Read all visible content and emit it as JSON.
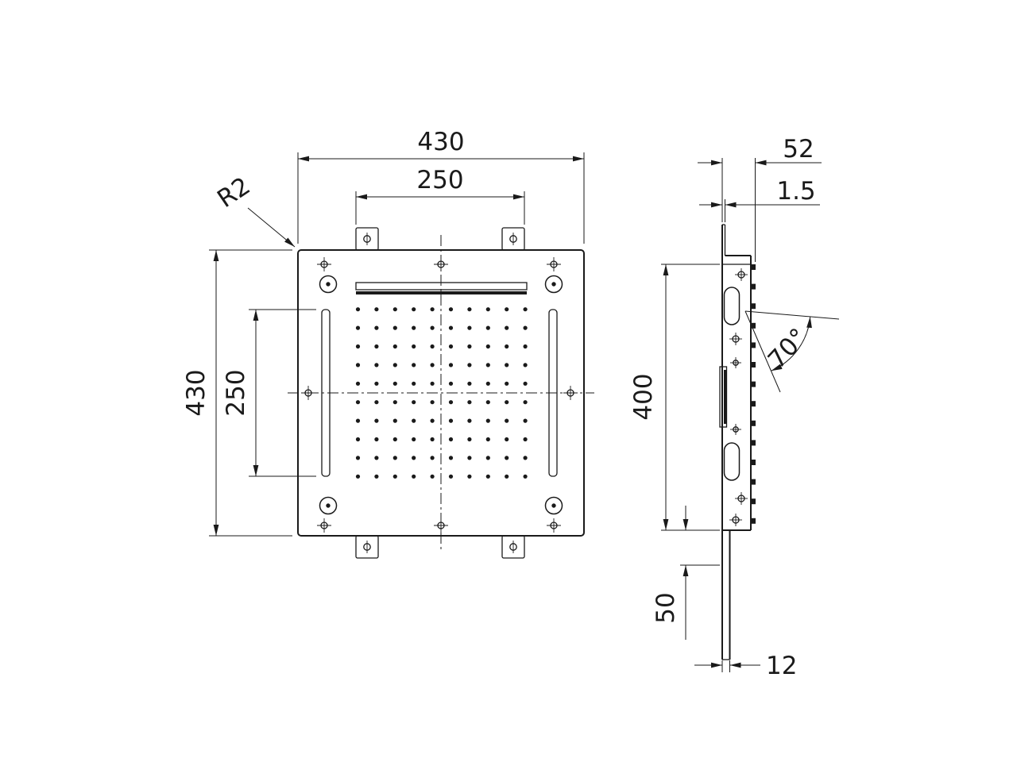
{
  "document": {
    "type": "technical-drawing",
    "background": "#ffffff",
    "line_color": "#1a1a1a"
  },
  "front_view": {
    "dim_width": "430",
    "dim_inner_width": "250",
    "dim_height": "430",
    "dim_slot_height": "250",
    "corner_radius_label": "R2"
  },
  "side_view": {
    "dim_depth": "52",
    "dim_lip_thickness": "1.5",
    "dim_height": "400",
    "dim_spray_angle": "70°",
    "dim_stem_length": "50",
    "dim_stem_width": "12"
  }
}
